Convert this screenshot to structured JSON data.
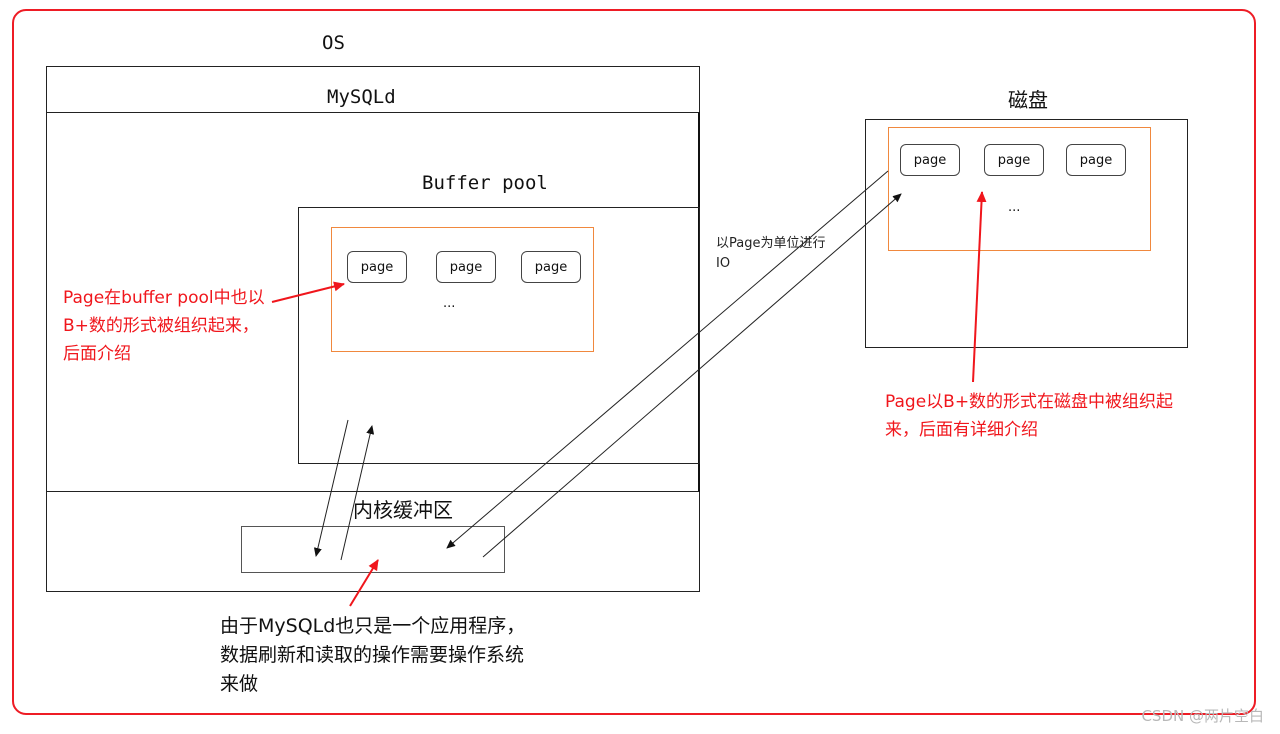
{
  "diagram": {
    "os_label": "OS",
    "mysqld_label": "MySQLd",
    "buffer_pool_label": "Buffer  pool",
    "buffer_pool_pages": [
      "page",
      "page",
      "page"
    ],
    "buffer_pool_ellipsis": "...",
    "kernel_buffer_label": "内核缓冲区",
    "disk_label": "磁盘",
    "disk_pages": [
      "page",
      "page",
      "page"
    ],
    "disk_ellipsis": "...",
    "io_note": "以Page为单位进行IO",
    "annotation_buffer_pool": "Page在buffer pool中也以B+数的形式被组织起来，后面介绍",
    "annotation_disk": "Page以B+数的形式在磁盘中被组织起来，后面有详细介绍",
    "annotation_kernel": "由于MySQLd也只是一个应用程序，数据刷新和读取的操作需要操作系统来做",
    "watermark": "CSDN @两片空白"
  },
  "colors": {
    "frame": "#ee1c25",
    "annotation": "#f0161c",
    "container_border": "#f0883e",
    "line": "#222222"
  }
}
